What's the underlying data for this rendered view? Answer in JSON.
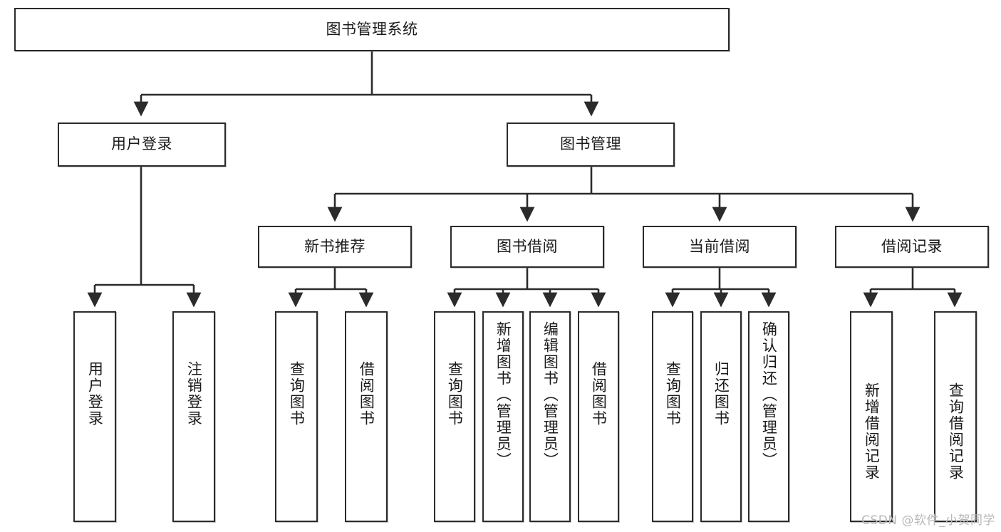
{
  "diagram": {
    "type": "tree-hierarchy",
    "title": "图书管理系统",
    "watermark": "CSDN @软件_小贺同学",
    "colors": {
      "box_border": "#2b2b2b",
      "box_fill": "#ffffff",
      "connector": "#2b2b2b",
      "text": "#1a1a1a",
      "watermark": "#b8b8b8"
    },
    "root": {
      "label": "图书管理系统"
    },
    "level2": [
      {
        "label": "用户登录"
      },
      {
        "label": "图书管理"
      }
    ],
    "level3": [
      {
        "label": "新书推荐"
      },
      {
        "label": "图书借阅"
      },
      {
        "label": "当前借阅"
      },
      {
        "label": "借阅记录"
      }
    ],
    "leaves": {
      "user_login": [
        {
          "label": "用户登录"
        },
        {
          "label": "注销登录"
        }
      ],
      "new_book_recommend": [
        {
          "label": "查询图书"
        },
        {
          "label": "借阅图书"
        }
      ],
      "book_borrow": [
        {
          "label": "查询图书"
        },
        {
          "label": "新增图书（管理员）"
        },
        {
          "label": "编辑图书（管理员）"
        },
        {
          "label": "借阅图书"
        }
      ],
      "current_borrow": [
        {
          "label": "查询图书"
        },
        {
          "label": "归还图书"
        },
        {
          "label": "确认归还（管理员）"
        }
      ],
      "borrow_record": [
        {
          "label": "新增借阅记录"
        },
        {
          "label": "查询借阅记录"
        }
      ]
    }
  }
}
